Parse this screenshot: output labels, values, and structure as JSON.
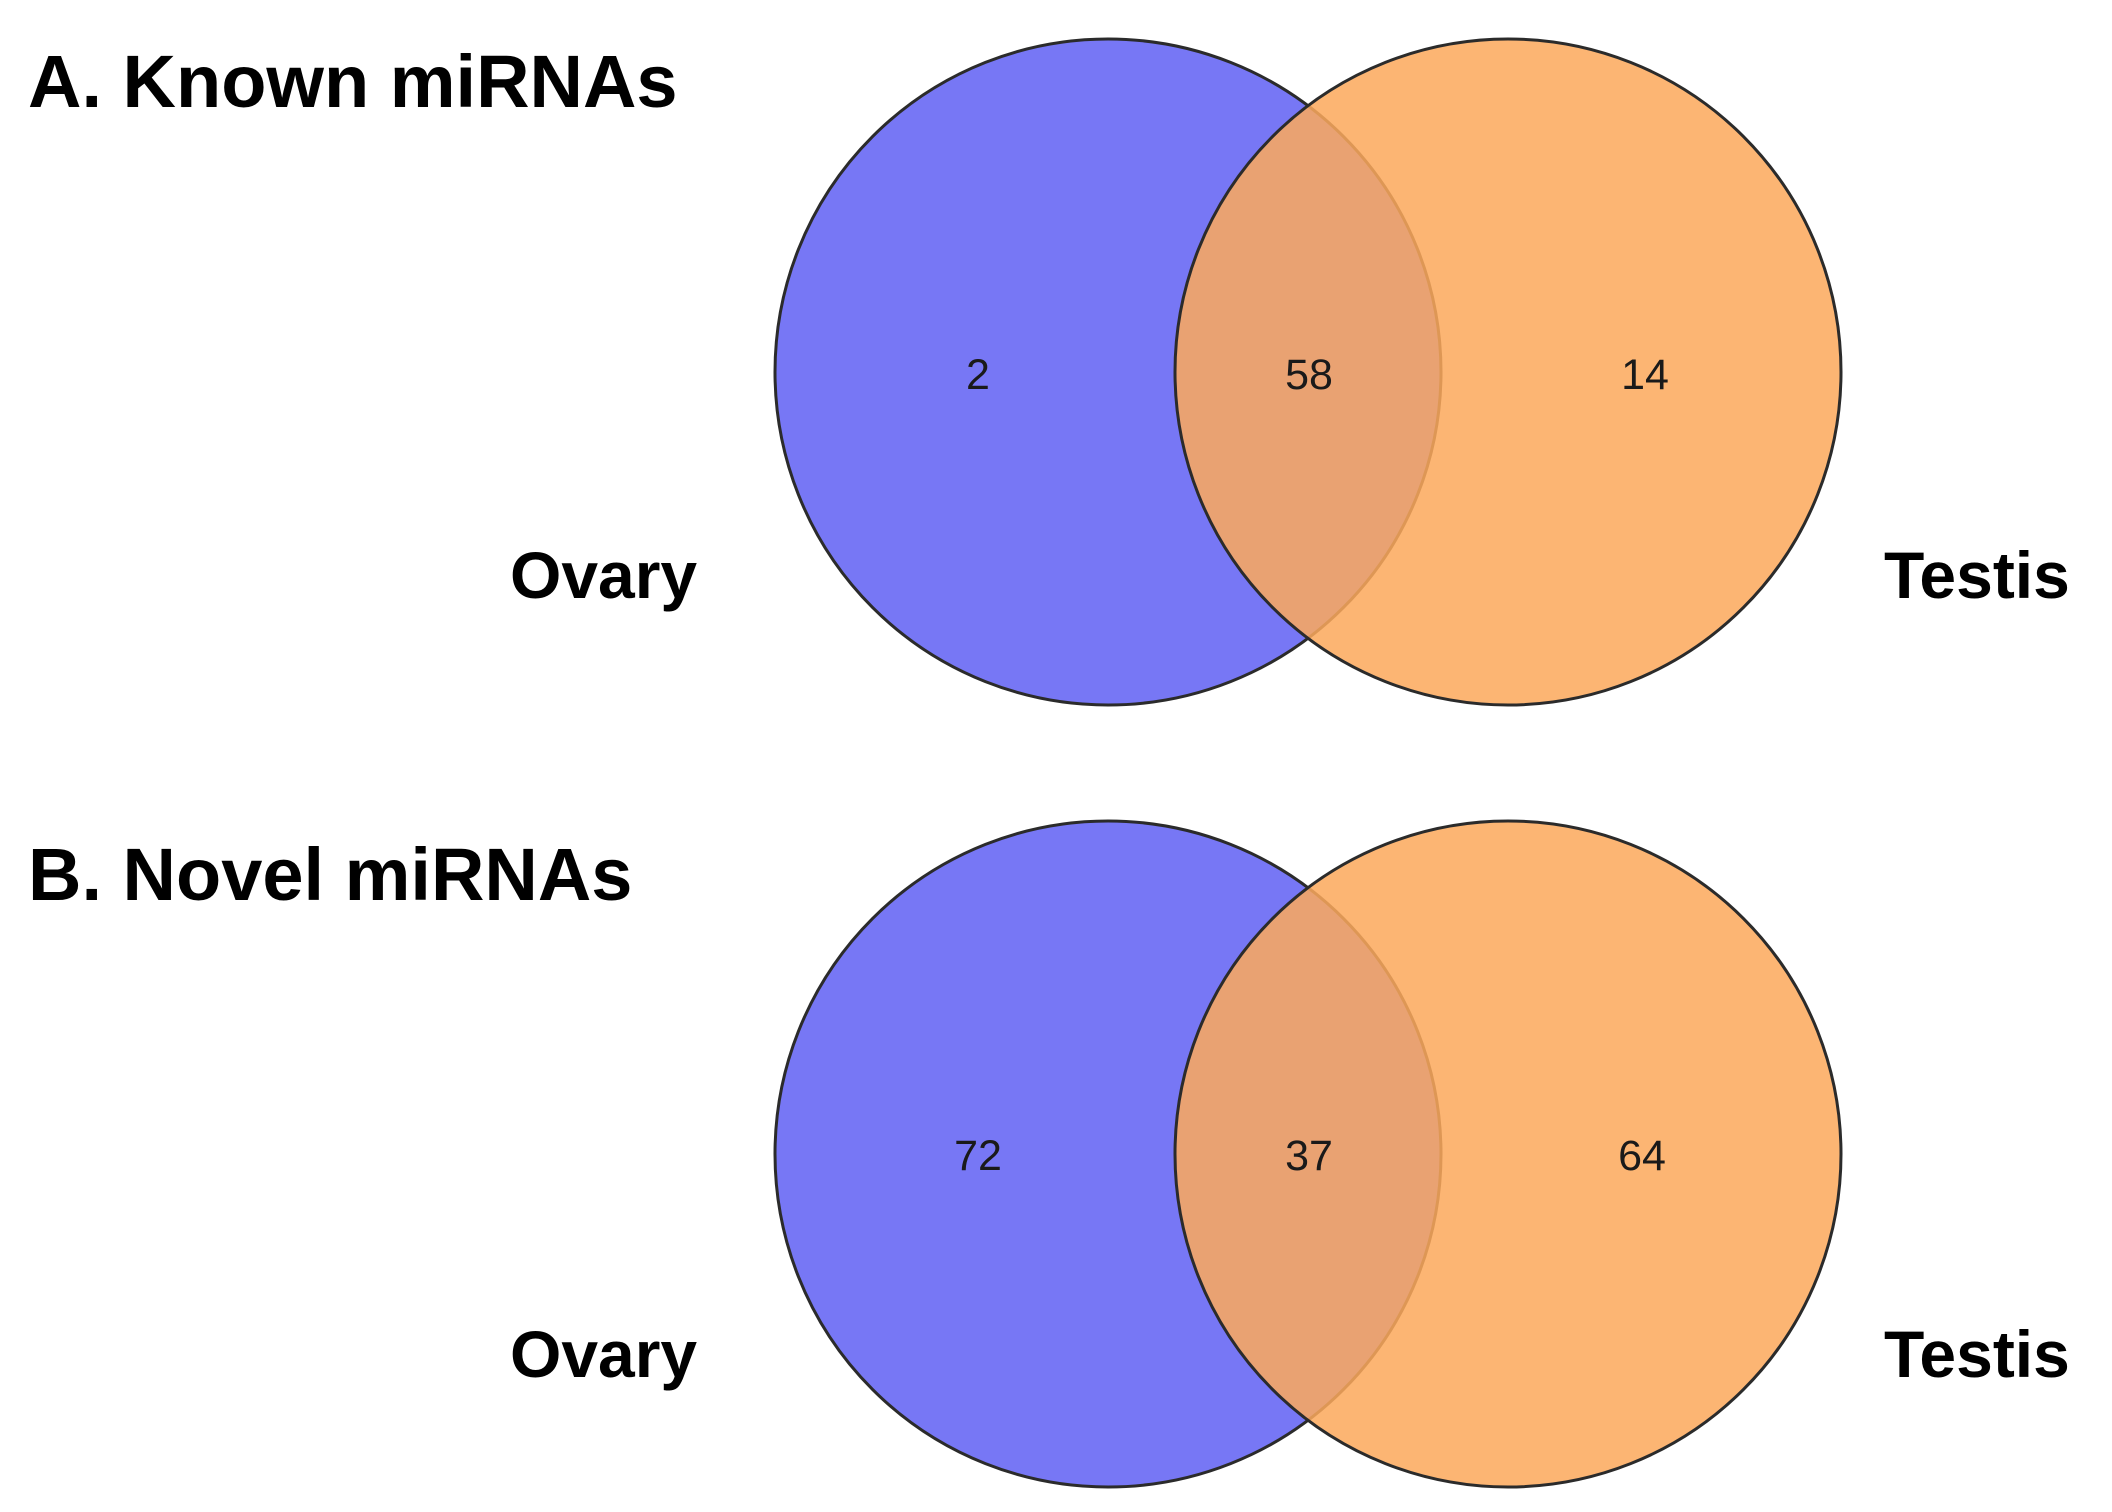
{
  "colors": {
    "ovary": "#7777f5",
    "testis": "#fba95c"
  },
  "panels": [
    {
      "title": "A. Known miRNAs",
      "left_label": "Ovary",
      "right_label": "Testis",
      "counts": {
        "ovary_only": "2",
        "shared": "58",
        "testis_only": "14"
      }
    },
    {
      "title": "B. Novel miRNAs",
      "left_label": "Ovary",
      "right_label": "Testis",
      "counts": {
        "ovary_only": "72",
        "shared": "37",
        "testis_only": "64"
      }
    }
  ]
}
